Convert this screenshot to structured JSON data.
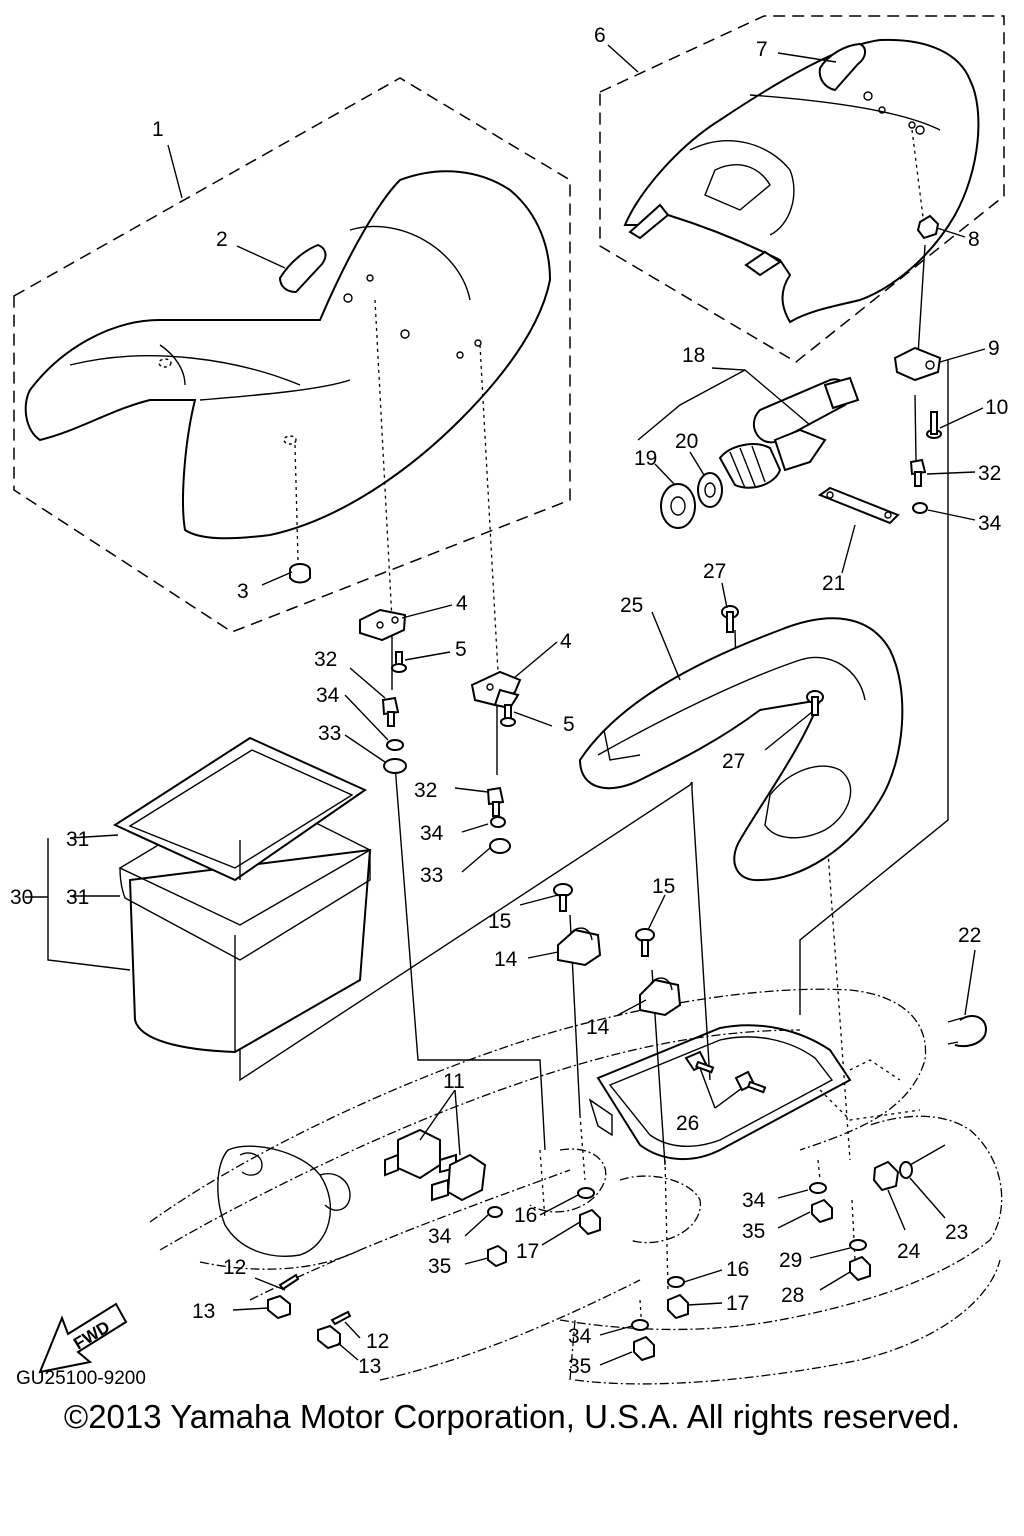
{
  "diagram": {
    "code": "GU25100-9200",
    "direction_label": "FWD",
    "copyright": "©2013 Yamaha Motor Corporation, U.S.A. All rights reserved.",
    "callouts": [
      {
        "id": "c1",
        "text": "1"
      },
      {
        "id": "c2",
        "text": "2"
      },
      {
        "id": "c3",
        "text": "3"
      },
      {
        "id": "c4a",
        "text": "4"
      },
      {
        "id": "c4b",
        "text": "4"
      },
      {
        "id": "c5a",
        "text": "5"
      },
      {
        "id": "c5b",
        "text": "5"
      },
      {
        "id": "c6",
        "text": "6"
      },
      {
        "id": "c7",
        "text": "7"
      },
      {
        "id": "c8",
        "text": "8"
      },
      {
        "id": "c9",
        "text": "9"
      },
      {
        "id": "c10",
        "text": "10"
      },
      {
        "id": "c11",
        "text": "11"
      },
      {
        "id": "c12a",
        "text": "12"
      },
      {
        "id": "c12b",
        "text": "12"
      },
      {
        "id": "c13a",
        "text": "13"
      },
      {
        "id": "c13b",
        "text": "13"
      },
      {
        "id": "c14a",
        "text": "14"
      },
      {
        "id": "c14b",
        "text": "14"
      },
      {
        "id": "c15a",
        "text": "15"
      },
      {
        "id": "c15b",
        "text": "15"
      },
      {
        "id": "c16a",
        "text": "16"
      },
      {
        "id": "c16b",
        "text": "16"
      },
      {
        "id": "c17a",
        "text": "17"
      },
      {
        "id": "c17b",
        "text": "17"
      },
      {
        "id": "c18",
        "text": "18"
      },
      {
        "id": "c19",
        "text": "19"
      },
      {
        "id": "c20",
        "text": "20"
      },
      {
        "id": "c21",
        "text": "21"
      },
      {
        "id": "c22",
        "text": "22"
      },
      {
        "id": "c23",
        "text": "23"
      },
      {
        "id": "c24",
        "text": "24"
      },
      {
        "id": "c25",
        "text": "25"
      },
      {
        "id": "c26",
        "text": "26"
      },
      {
        "id": "c27a",
        "text": "27"
      },
      {
        "id": "c27b",
        "text": "27"
      },
      {
        "id": "c28",
        "text": "28"
      },
      {
        "id": "c29",
        "text": "29"
      },
      {
        "id": "c30",
        "text": "30"
      },
      {
        "id": "c31a",
        "text": "31"
      },
      {
        "id": "c31b",
        "text": "31"
      },
      {
        "id": "c32a",
        "text": "32"
      },
      {
        "id": "c32b",
        "text": "32"
      },
      {
        "id": "c32c",
        "text": "32"
      },
      {
        "id": "c33a",
        "text": "33"
      },
      {
        "id": "c33b",
        "text": "33"
      },
      {
        "id": "c34a",
        "text": "34"
      },
      {
        "id": "c34b",
        "text": "34"
      },
      {
        "id": "c34c",
        "text": "34"
      },
      {
        "id": "c34d",
        "text": "34"
      },
      {
        "id": "c34e",
        "text": "34"
      },
      {
        "id": "c34f",
        "text": "34"
      },
      {
        "id": "c35a",
        "text": "35"
      },
      {
        "id": "c35b",
        "text": "35"
      },
      {
        "id": "c35c",
        "text": "35"
      }
    ]
  }
}
